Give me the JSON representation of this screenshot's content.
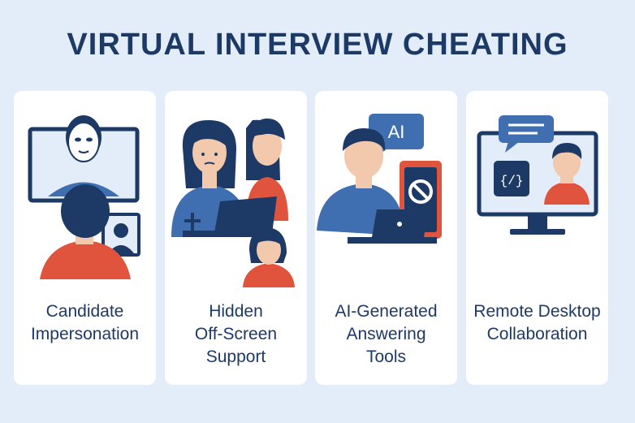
{
  "title": "VIRTUAL INTERVIEW CHEATING",
  "cards": [
    {
      "lines": [
        "Candidate",
        "Impersonation"
      ],
      "icon": "mask-impersonation-icon"
    },
    {
      "lines": [
        "Hidden",
        "Off-Screen",
        "Support"
      ],
      "icon": "hidden-helpers-icon"
    },
    {
      "lines": [
        "AI-Generated",
        "Answering",
        "Tools"
      ],
      "icon": "ai-phone-icon",
      "badge": "AI"
    },
    {
      "lines": [
        "Remote Desktop",
        "Collaboration"
      ],
      "icon": "remote-desktop-icon",
      "code": "{/}"
    }
  ],
  "colors": {
    "navy": "#1d3a66",
    "orange": "#e0533c",
    "blue": "#3f6fb1",
    "skin": "#f3c9ae",
    "bg": "#e3edf9"
  }
}
